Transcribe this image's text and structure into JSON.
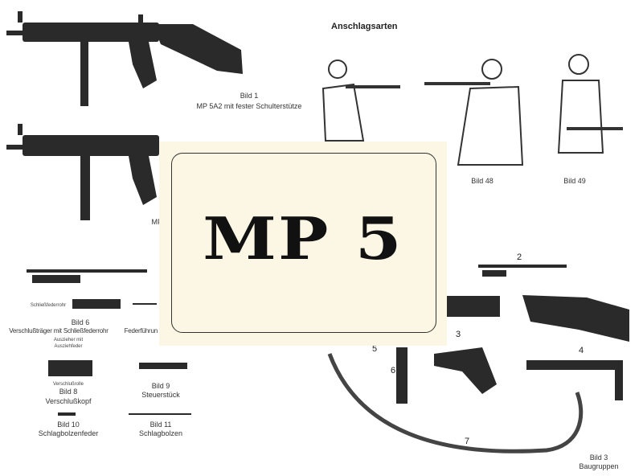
{
  "heading": "Anschlagsarten",
  "figures": {
    "bild1": {
      "label": "Bild 1",
      "caption": "MP 5A2 mit fester Schulterstütze"
    },
    "bild2_partial": "MF",
    "bild48": "Bild 48",
    "bild49": "Bild 49",
    "bild6": {
      "label": "Bild 6",
      "caption": "Verschlußträger mit Schließfederrohr",
      "part": "Schließfederrohr"
    },
    "bild7_partial": "Federführun",
    "bild8": {
      "label": "Bild 8",
      "caption": "Verschlußkopf",
      "part1": "Auszieher mit Ausziehfeder",
      "part2": "Verschlußrolle"
    },
    "bild9": {
      "label": "Bild 9",
      "caption": "Steuerstück"
    },
    "bild10": {
      "label": "Bild 10",
      "caption": "Schlagbolzenfeder"
    },
    "bild11": {
      "label": "Bild 11",
      "caption": "Schlagbolzen"
    },
    "bild3": {
      "label": "Bild 3",
      "caption": "Baugruppen",
      "numbers": [
        "2",
        "3",
        "4",
        "5",
        "6",
        "7"
      ]
    }
  },
  "cover": {
    "title": "MP 5"
  }
}
